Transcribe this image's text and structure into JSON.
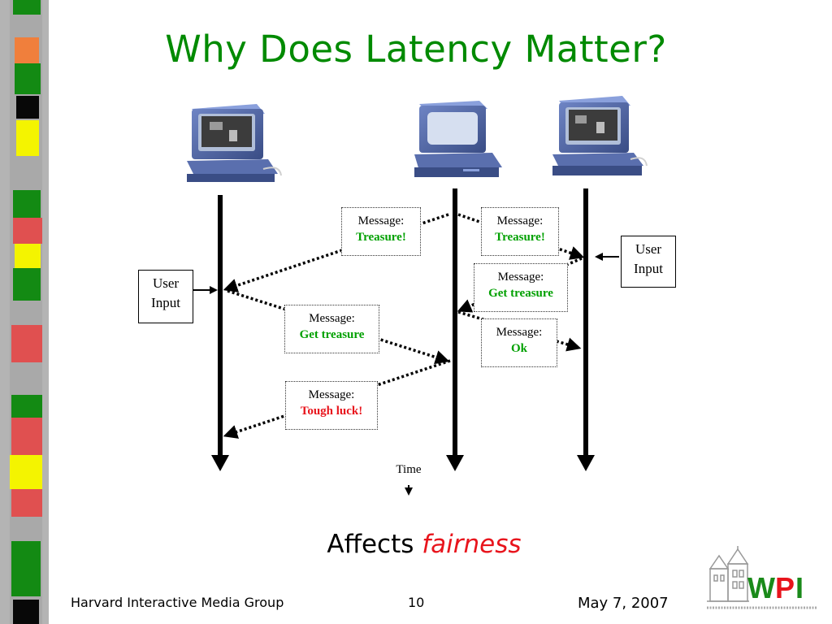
{
  "slide": {
    "title": "Why Does Latency Matter?",
    "caption_prefix": "Affects ",
    "caption_accent": "fairness",
    "footer_left": "Harvard Interactive Media Group",
    "footer_page": "10",
    "footer_date": "May 7, 2007",
    "logo_text": "WPI"
  },
  "diagram": {
    "messages": [
      {
        "header": "Message:",
        "body": "Treasure!",
        "color": "#00a000"
      },
      {
        "header": "Message:",
        "body": "Treasure!",
        "color": "#00a000"
      },
      {
        "header": "Message:",
        "body": "Get treasure",
        "color": "#00a000"
      },
      {
        "header": "Message:",
        "body": "Get treasure",
        "color": "#00a000"
      },
      {
        "header": "Message:",
        "body": "Ok",
        "color": "#00a000"
      },
      {
        "header": "Message:",
        "body": "Tough luck!",
        "color": "#e8141c"
      }
    ],
    "user_input_left": "User Input",
    "user_input_right": "User Input",
    "time_label": "Time",
    "nodes": [
      "client-left",
      "server",
      "client-right"
    ]
  },
  "colors": {
    "title": "#008a00",
    "accent_red": "#e8141c",
    "green_text": "#00a000",
    "computer_blue": "#4a5f9a"
  }
}
